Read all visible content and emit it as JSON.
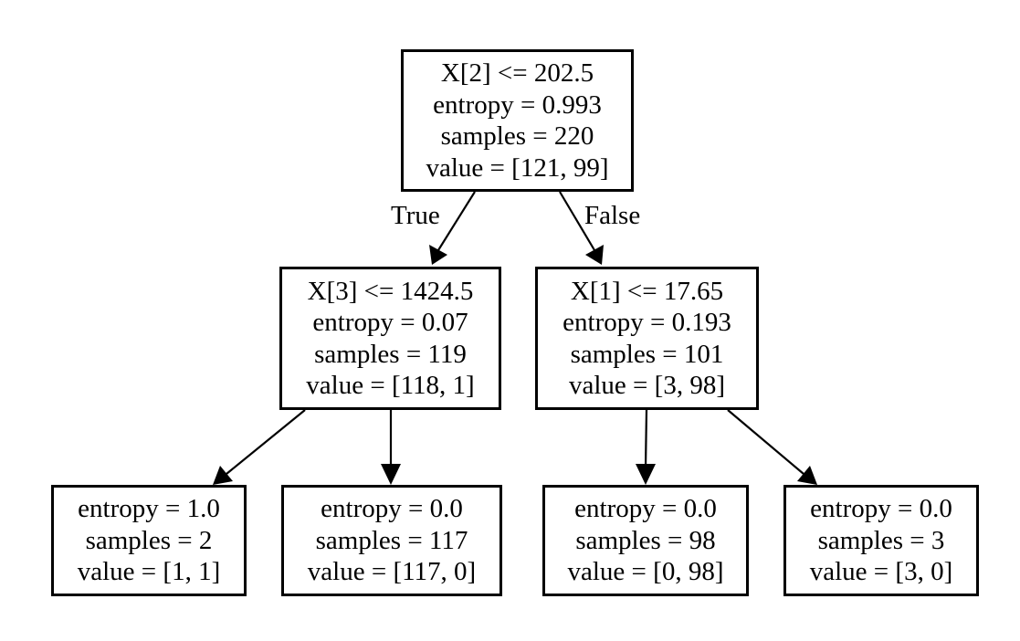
{
  "tree": {
    "root": {
      "split": "X[2] <= 202.5",
      "entropy": "entropy = 0.993",
      "samples": "samples = 220",
      "value": "value = [121, 99]"
    },
    "left": {
      "split": "X[3] <= 1424.5",
      "entropy": "entropy = 0.07",
      "samples": "samples = 119",
      "value": "value = [118, 1]"
    },
    "right": {
      "split": "X[1] <= 17.65",
      "entropy": "entropy = 0.193",
      "samples": "samples = 101",
      "value": "value = [3, 98]"
    },
    "leaf_ll": {
      "entropy": "entropy = 1.0",
      "samples": "samples = 2",
      "value": "value = [1, 1]"
    },
    "leaf_lr": {
      "entropy": "entropy = 0.0",
      "samples": "samples = 117",
      "value": "value = [117, 0]"
    },
    "leaf_rl": {
      "entropy": "entropy = 0.0",
      "samples": "samples = 98",
      "value": "value = [0, 98]"
    },
    "leaf_rr": {
      "entropy": "entropy = 0.0",
      "samples": "samples = 3",
      "value": "value = [3, 0]"
    }
  },
  "edge_labels": {
    "true_label": "True",
    "false_label": "False"
  }
}
